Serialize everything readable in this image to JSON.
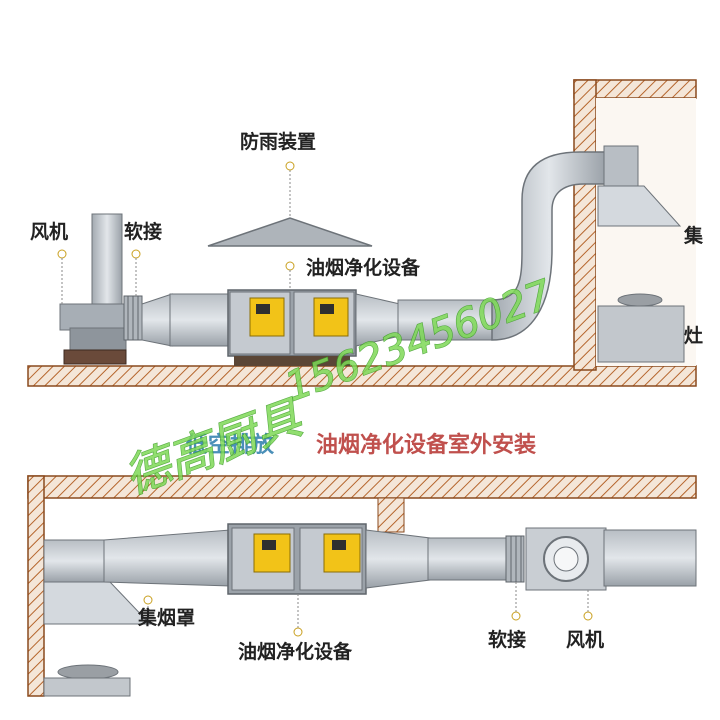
{
  "labels": {
    "rain_cover": "防雨装置",
    "fan_top": "风机",
    "soft_joint_top": "软接",
    "purifier_top": "油烟净化设备",
    "hood_top_partial": "集",
    "stove_top_partial": "灶",
    "caption_blue": "低空排放",
    "caption_red": "油烟净化设备室外安装",
    "hood_bottom": "集烟罩",
    "purifier_bottom": "油烟净化设备",
    "soft_joint_bottom": "软接",
    "fan_bottom": "风机"
  },
  "watermark": {
    "brand": "德高厨具",
    "phone": "15623456027"
  },
  "colors": {
    "duct": "#c9ced3",
    "duct_dark": "#9aa1a8",
    "unit_yellow": "#f2c318",
    "wall_hatch": "#b5652c",
    "caption_blue": "#4a8fb8",
    "caption_red": "#c0504d"
  }
}
